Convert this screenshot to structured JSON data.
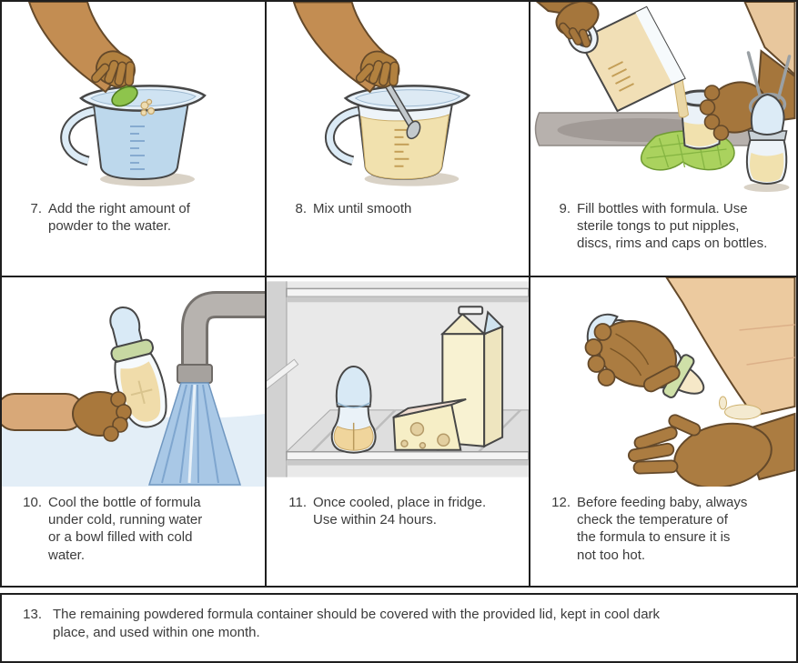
{
  "steps": [
    {
      "number": "7.",
      "text": "Add the right amount of\npowder to the water.",
      "illustration": "hand-scooping-powder-into-measuring-jug-of-water"
    },
    {
      "number": "8.",
      "text": "Mix until smooth",
      "illustration": "hand-stirring-formula-in-measuring-jug-with-spoon"
    },
    {
      "number": "9.",
      "text": "Fill bottles with formula. Use\nsterile tongs to put nipples,\ndiscs, rims and caps on bottles.",
      "illustration": "pouring-formula-from-jug-into-bottle-and-tongs-placing-nipple"
    },
    {
      "number": "10.",
      "text": "Cool the bottle of formula\nunder cold, running water\nor a bowl filled with cold\nwater.",
      "illustration": "bottle-held-under-cold-running-tap-water"
    },
    {
      "number": "11.",
      "text": "Once cooled, place in fridge.\nUse within 24 hours.",
      "illustration": "bottle-in-fridge-with-cheese-and-milk-carton"
    },
    {
      "number": "12.",
      "text": "Before feeding baby, always\ncheck the temperature of\nthe formula to ensure it is\nnot too hot.",
      "illustration": "testing-formula-temperature-on-wrist"
    },
    {
      "number": "13.",
      "text": "The remaining powdered formula container should be covered with the provided lid, kept in cool dark\nplace, and used within one month."
    }
  ],
  "colors": {
    "border": "#1f1f1f",
    "text": "#3b3b3b",
    "water_blue": "#bdd8ec",
    "formula_yellow": "#f1e1ae",
    "scoop_green": "#85bb3f",
    "cloth_green": "#aad25e",
    "skin_light": "#e8c79d",
    "skin_mid": "#c38d52",
    "skin_dark": "#a5763c",
    "faucet_gray": "#b3afab",
    "fridge_gray": "#e9e9e9",
    "shadow": "#d9d2c6"
  }
}
